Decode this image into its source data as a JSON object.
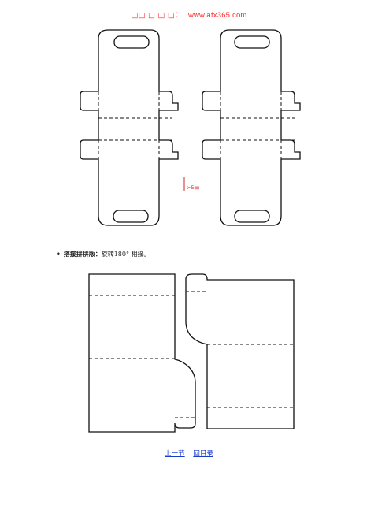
{
  "header": {
    "prefix": "□□ □ □ □：",
    "site": "www.afx365.com"
  },
  "figure_top": {
    "gap_label": ">5㎜"
  },
  "caption": {
    "bullet": "•",
    "label": "搭接拼拼版：",
    "text": "旋转180° 相接。"
  },
  "nav": {
    "prev_label": "上一节",
    "toc_label": "回目录"
  },
  "colors": {
    "header_text": "#ff2a2a",
    "link": "#1a3ccc",
    "line": "#111111",
    "gap_mark": "#d62020"
  }
}
